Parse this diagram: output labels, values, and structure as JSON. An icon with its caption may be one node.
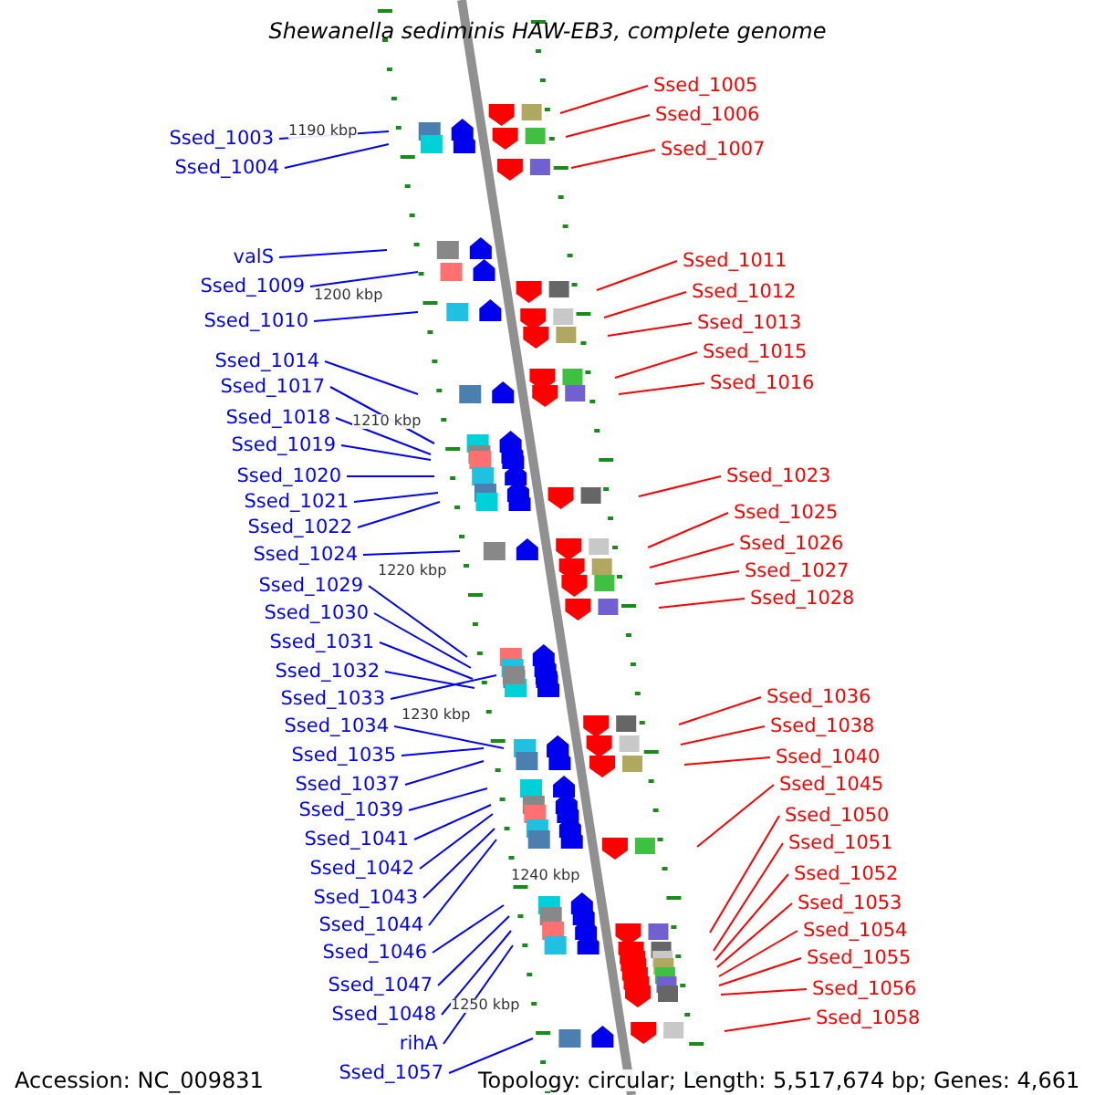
{
  "diagram": {
    "title": "Shewanella sediminis HAW-EB3, complete genome",
    "nodes": [
      {
        "text": [
          "Ssed_1003"
        ]
      },
      {
        "text": [
          "Ssed_1004"
        ]
      },
      {
        "text": [
          "valS"
        ]
      },
      {
        "text": [
          "Ssed_1009"
        ]
      },
      {
        "text": [
          "Ssed_1010"
        ]
      },
      {
        "text": [
          "Ssed_1014"
        ]
      },
      {
        "text": [
          "Ssed_1017"
        ]
      },
      {
        "text": [
          "Ssed_1018"
        ]
      },
      {
        "text": [
          "Ssed_1019"
        ]
      },
      {
        "text": [
          "Ssed_1020"
        ]
      },
      {
        "text": [
          "Ssed_1021"
        ]
      },
      {
        "text": [
          "Ssed_1022"
        ]
      },
      {
        "text": [
          "Ssed_1024"
        ]
      },
      {
        "text": [
          "Ssed_1029"
        ]
      },
      {
        "text": [
          "Ssed_1030"
        ]
      },
      {
        "text": [
          "Ssed_1031"
        ]
      },
      {
        "text": [
          "Ssed_1032"
        ]
      },
      {
        "text": [
          "Ssed_1033"
        ]
      },
      {
        "text": [
          "Ssed_1034"
        ]
      },
      {
        "text": [
          "Ssed_1035"
        ]
      },
      {
        "text": [
          "Ssed_1037"
        ]
      },
      {
        "text": [
          "Ssed_1039"
        ]
      },
      {
        "text": [
          "Ssed_1041"
        ]
      },
      {
        "text": [
          "Ssed_1042"
        ]
      },
      {
        "text": [
          "Ssed_1043"
        ]
      },
      {
        "text": [
          "Ssed_1044"
        ]
      },
      {
        "text": [
          "Ssed_1046"
        ]
      },
      {
        "text": [
          "Ssed_1047"
        ]
      },
      {
        "text": [
          "Ssed_1048"
        ]
      },
      {
        "text": [
          "rihA"
        ]
      },
      {
        "text": [
          "Ssed_1057"
        ]
      },
      {
        "text": [
          "Ssed_1005"
        ]
      },
      {
        "text": [
          "Ssed_1006"
        ]
      },
      {
        "text": [
          "Ssed_1007"
        ]
      },
      {
        "text": [
          "Ssed_1011"
        ]
      },
      {
        "text": [
          "Ssed_1012"
        ]
      },
      {
        "text": [
          "Ssed_1013"
        ]
      },
      {
        "text": [
          "Ssed_1015"
        ]
      },
      {
        "text": [
          "Ssed_1016"
        ]
      },
      {
        "text": [
          "Ssed_1023"
        ]
      },
      {
        "text": [
          "Ssed_1025"
        ]
      },
      {
        "text": [
          "Ssed_1026"
        ]
      },
      {
        "text": [
          "Ssed_1027"
        ]
      },
      {
        "text": [
          "Ssed_1028"
        ]
      },
      {
        "text": [
          "Ssed_1036"
        ]
      },
      {
        "text": [
          "Ssed_1038"
        ]
      },
      {
        "text": [
          "Ssed_1040"
        ]
      },
      {
        "text": [
          "Ssed_1045"
        ]
      },
      {
        "text": [
          "Ssed_1050"
        ]
      },
      {
        "text": [
          "Ssed_1051"
        ]
      },
      {
        "text": [
          "Ssed_1052"
        ]
      },
      {
        "text": [
          "Ssed_1053"
        ]
      },
      {
        "text": [
          "Ssed_1054"
        ]
      },
      {
        "text": [
          "Ssed_1055"
        ]
      },
      {
        "text": [
          "Ssed_1056"
        ]
      },
      {
        "text": [
          "Ssed_1058"
        ]
      }
    ],
    "edges": [
      {
        "from": 0,
        "to": null,
        "arrow": "none"
      },
      {
        "from": 1,
        "to": null,
        "arrow": "none"
      },
      {
        "from": 2,
        "to": null,
        "arrow": "none"
      },
      {
        "from": 3,
        "to": null,
        "arrow": "none"
      },
      {
        "from": 4,
        "to": null,
        "arrow": "none"
      },
      {
        "from": 5,
        "to": null,
        "arrow": "none"
      },
      {
        "from": 6,
        "to": null,
        "arrow": "none"
      },
      {
        "from": 7,
        "to": null,
        "arrow": "none"
      },
      {
        "from": 8,
        "to": null,
        "arrow": "none"
      },
      {
        "from": 9,
        "to": null,
        "arrow": "none"
      },
      {
        "from": 10,
        "to": null,
        "arrow": "none"
      },
      {
        "from": 11,
        "to": null,
        "arrow": "none"
      },
      {
        "from": 12,
        "to": null,
        "arrow": "none"
      },
      {
        "from": 13,
        "to": null,
        "arrow": "none"
      },
      {
        "from": 14,
        "to": null,
        "arrow": "none"
      },
      {
        "from": 15,
        "to": null,
        "arrow": "none"
      },
      {
        "from": 16,
        "to": null,
        "arrow": "none"
      },
      {
        "from": 17,
        "to": null,
        "arrow": "none"
      },
      {
        "from": 18,
        "to": null,
        "arrow": "none"
      },
      {
        "from": 19,
        "to": null,
        "arrow": "none"
      },
      {
        "from": 20,
        "to": null,
        "arrow": "none"
      },
      {
        "from": 21,
        "to": null,
        "arrow": "none"
      },
      {
        "from": 22,
        "to": null,
        "arrow": "none"
      },
      {
        "from": 23,
        "to": null,
        "arrow": "none"
      },
      {
        "from": 24,
        "to": null,
        "arrow": "none"
      },
      {
        "from": 25,
        "to": null,
        "arrow": "none"
      },
      {
        "from": 26,
        "to": null,
        "arrow": "none"
      },
      {
        "from": 27,
        "to": null,
        "arrow": "none"
      },
      {
        "from": 28,
        "to": null,
        "arrow": "none"
      },
      {
        "from": 29,
        "to": null,
        "arrow": "none"
      },
      {
        "from": 30,
        "to": null,
        "arrow": "none"
      },
      {
        "from": 31,
        "to": null,
        "arrow": "none",
        "color": "#ff0000"
      },
      {
        "from": 32,
        "to": null,
        "arrow": "none",
        "color": "#ff0000"
      },
      {
        "from": 33,
        "to": null,
        "arrow": "none",
        "color": "#ff0000"
      },
      {
        "from": 34,
        "to": null,
        "arrow": "none",
        "color": "#ff0000"
      },
      {
        "from": 35,
        "to": null,
        "arrow": "none",
        "color": "#ff0000"
      },
      {
        "from": 36,
        "to": null,
        "arrow": "none",
        "color": "#ff0000"
      },
      {
        "from": 37,
        "to": null,
        "arrow": "none",
        "color": "#ff0000"
      },
      {
        "from": 38,
        "to": null,
        "arrow": "none",
        "color": "#ff0000"
      },
      {
        "from": 39,
        "to": null,
        "arrow": "none",
        "color": "#ff0000"
      },
      {
        "from": 40,
        "to": null,
        "arrow": "none",
        "color": "#ff0000"
      },
      {
        "from": 41,
        "to": null,
        "arrow": "none",
        "color": "#ff0000"
      },
      {
        "from": 42,
        "to": null,
        "arrow": "none",
        "color": "#ff0000"
      },
      {
        "from": 43,
        "to": null,
        "arrow": "none",
        "color": "#ff0000"
      },
      {
        "from": 44,
        "to": null,
        "arrow": "none",
        "color": "#ff0000"
      },
      {
        "from": 45,
        "to": null,
        "arrow": "none",
        "color": "#ff0000"
      },
      {
        "from": 46,
        "to": null,
        "arrow": "none",
        "color": "#ff0000"
      },
      {
        "from": 47,
        "to": null,
        "arrow": "none",
        "color": "#ff0000"
      },
      {
        "from": 48,
        "to": null,
        "arrow": "none",
        "color": "#ff0000"
      },
      {
        "from": 49,
        "to": null,
        "arrow": "none",
        "color": "#ff0000"
      },
      {
        "from": 50,
        "to": null,
        "arrow": "none",
        "color": "#ff0000"
      },
      {
        "from": 51,
        "to": null,
        "arrow": "none",
        "color": "#ff0000"
      },
      {
        "from": 52,
        "to": null,
        "arrow": "none",
        "color": "#ff0000"
      },
      {
        "from": 53,
        "to": null,
        "arrow": "none",
        "color": "#ff0000"
      },
      {
        "from": 54,
        "to": null,
        "arrow": "none",
        "color": "#ff0000"
      },
      {
        "from": 55,
        "to": null,
        "arrow": "none",
        "color": "#ff0000"
      }
    ],
    "labels": [
      "1190 kbp",
      "1200 kbp",
      "1210 kbp",
      "1220 kbp",
      "1230 kbp",
      "1240 kbp",
      "1250 kbp",
      "Accession: NC_009831",
      "Topology: circular; Length: 5,517,674 bp; Genes: 4,661"
    ]
  }
}
